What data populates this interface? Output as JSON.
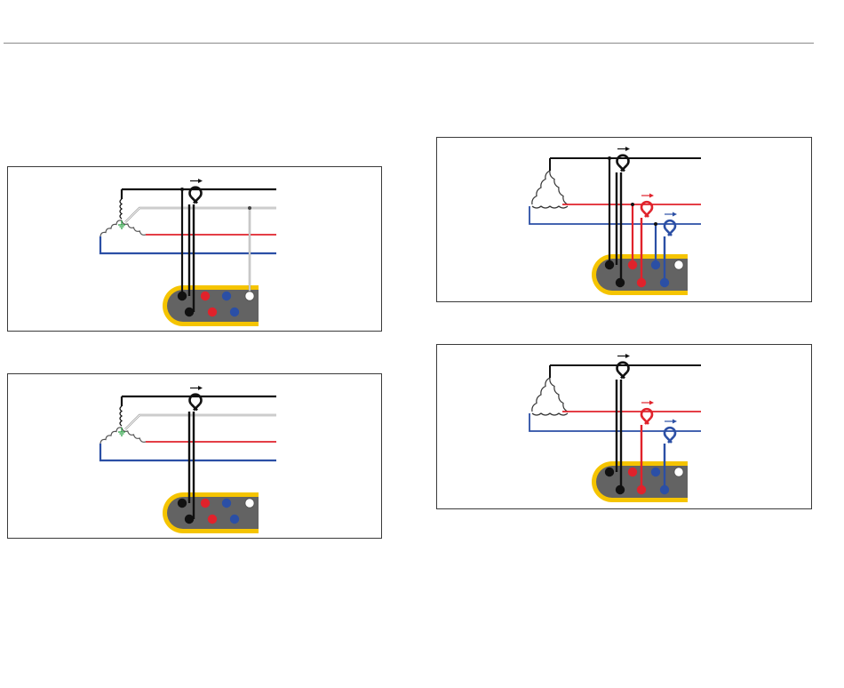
{
  "panels": [
    {
      "id": "p1",
      "source": "wye",
      "voltage_leads": true,
      "clamps": [
        "black"
      ]
    },
    {
      "id": "p2",
      "source": "wye",
      "voltage_leads": false,
      "clamps": [
        "black"
      ]
    },
    {
      "id": "p3",
      "source": "delta",
      "voltage_leads": true,
      "clamps": [
        "black",
        "red",
        "blue"
      ]
    },
    {
      "id": "p4",
      "source": "delta",
      "voltage_leads": false,
      "clamps": [
        "black",
        "red",
        "blue"
      ]
    }
  ],
  "colors": {
    "black": "#111111",
    "red": "#e0222b",
    "blue": "#2b4fa5",
    "neutral": "#9a9a9a",
    "ground": "#1f9c3a",
    "device_rim": "#f5c400",
    "device_body": "#636363",
    "jack_white": "#ffffff"
  },
  "icons": [
    "current-clamp-icon",
    "direction-arrow-icon",
    "ground-icon",
    "wye-coil-icon",
    "delta-coil-icon",
    "logger-device-icon"
  ]
}
